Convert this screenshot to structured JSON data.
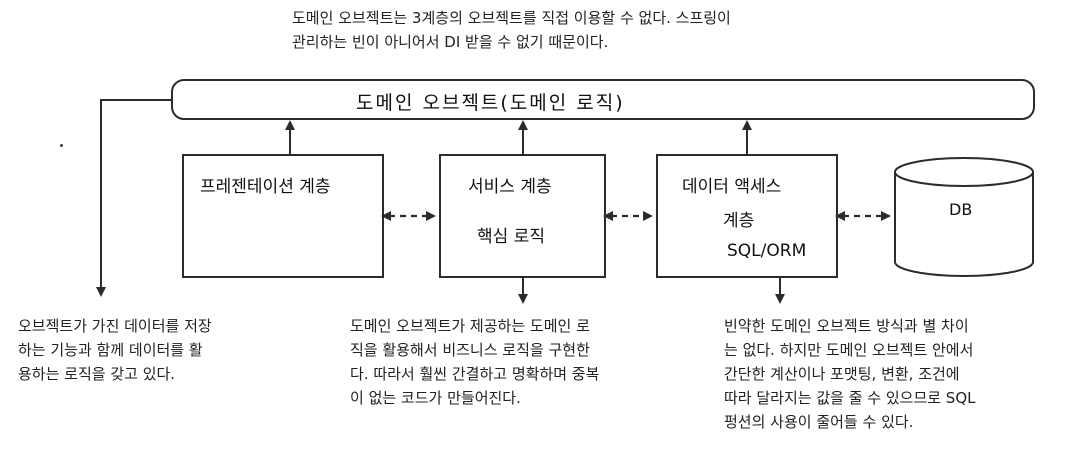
{
  "top_note": {
    "lines": [
      "도메인 오브젝트는 3계층의 오브젝트를 직접 이용할 수 없다. 스프링이",
      "관리하는 빈이 아니어서 DI 받을 수 없기 때문이다."
    ]
  },
  "domain_bar": {
    "label": "도메인 오브젝트(도메인 로직)"
  },
  "layers": {
    "presentation": {
      "label": "프레젠테이션 계층"
    },
    "service": {
      "label": "서비스 계층",
      "sublabel": "핵심 로직"
    },
    "data_access": {
      "label_line1": "데이터 액세스",
      "label_line2": "계층",
      "sublabel": "SQL/ORM"
    },
    "db": {
      "label": "DB"
    }
  },
  "bottom_notes": {
    "left": {
      "lines": [
        "오브젝트가 가진 데이터를 저장",
        "하는 기능과 함께 데이터를 활",
        "용하는 로직을 갖고 있다."
      ]
    },
    "middle": {
      "lines": [
        "도메인 오브젝트가 제공하는 도메인 로",
        "직을 활용해서 비즈니스 로직을 구현한",
        "다. 따라서 훨씬 간결하고 명확하며 중복",
        "이 없는 코드가 만들어진다."
      ]
    },
    "right": {
      "lines": [
        "빈약한 도메인 오브젝트 방식과 별 차이",
        "는 없다. 하지만 도메인 오브젝트 안에서",
        "간단한 계산이나 포맷팅, 변환, 조건에",
        "따라 달라지는 값을 줄 수 있으므로 SQL",
        "펑션의 사용이 줄어들 수 있다."
      ]
    }
  },
  "colors": {
    "stroke": "#2b2b2b",
    "text": "#1a1a1a"
  }
}
